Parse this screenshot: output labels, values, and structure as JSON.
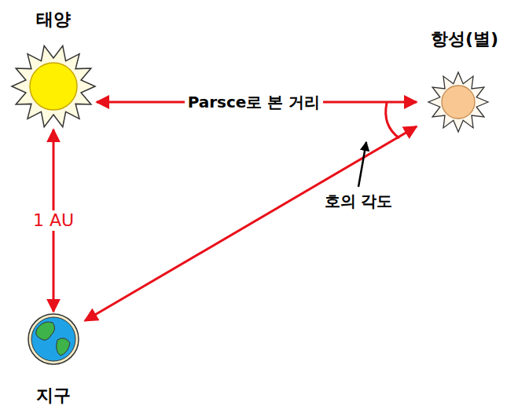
{
  "diagram": {
    "nodes": [
      {
        "text": [
          "태양"
        ]
      },
      {
        "text": [
          "항성(별)"
        ]
      },
      {
        "text": [
          "지구"
        ]
      }
    ],
    "edges": [
      {
        "from": 0,
        "to": 1,
        "arrow": "both",
        "label": "Parsce로 본 거리"
      },
      {
        "from": 0,
        "to": 2,
        "arrow": "both",
        "label": "1 AU"
      },
      {
        "from": 2,
        "to": 1,
        "arrow": "both"
      }
    ],
    "labels": [
      "호의 각도"
    ]
  }
}
